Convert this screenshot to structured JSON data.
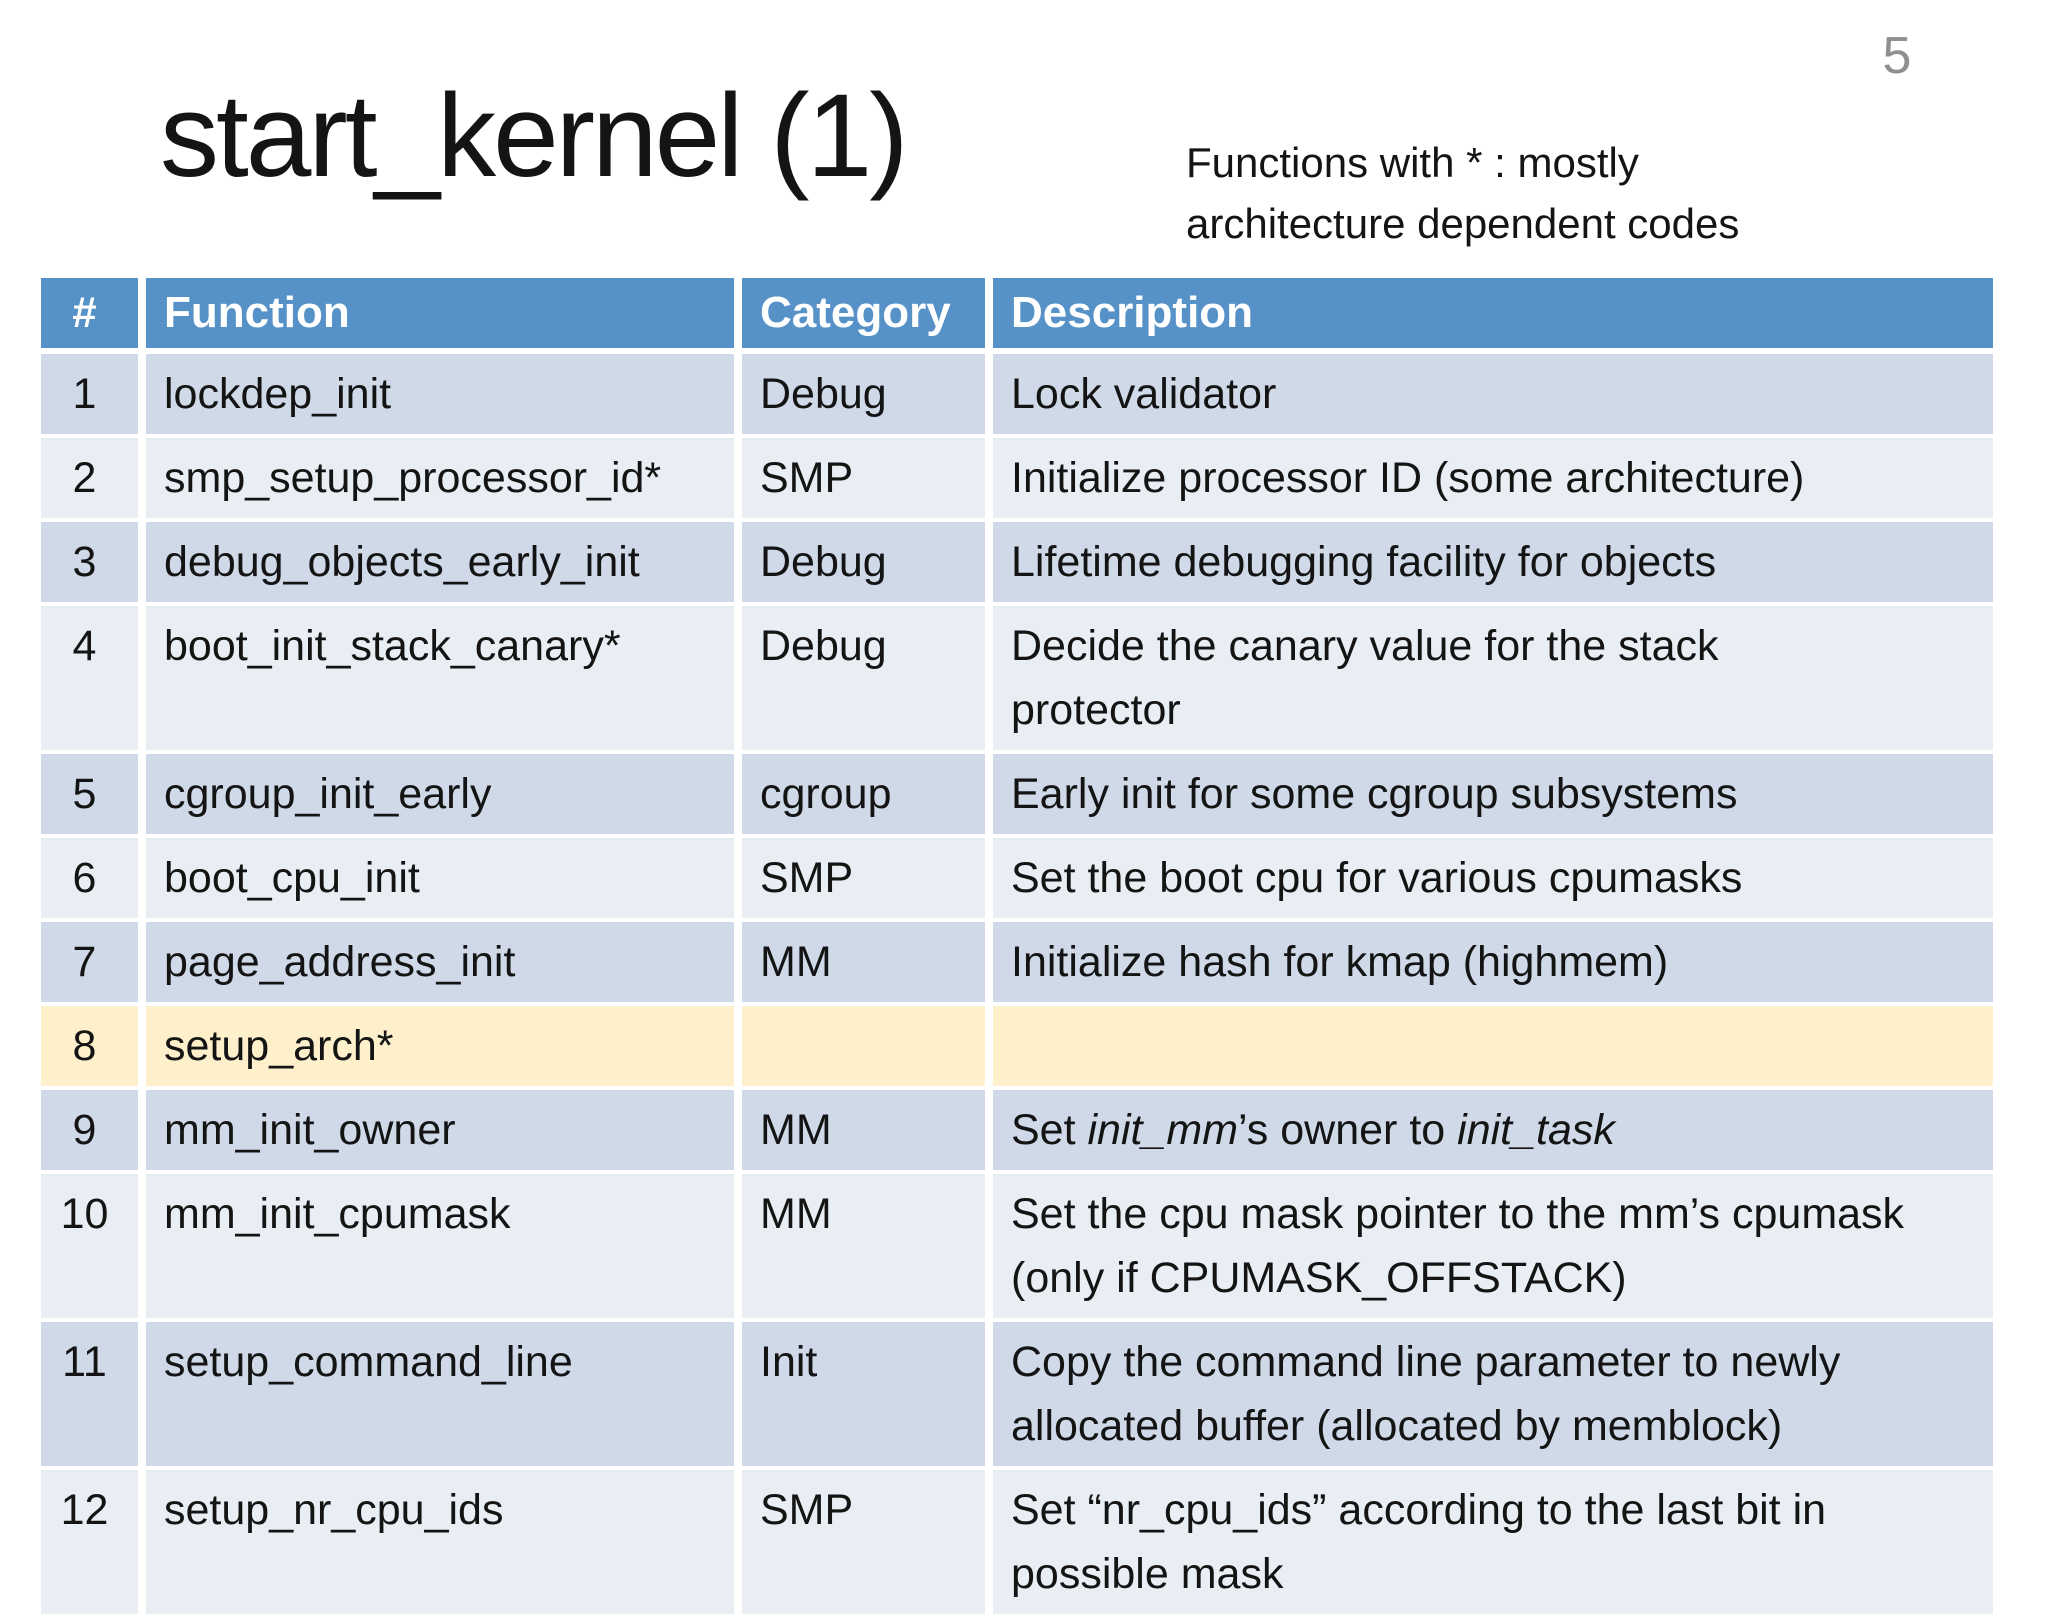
{
  "page": {
    "number": "5"
  },
  "title": "start_kernel (1)",
  "note": {
    "lines": [
      "Functions with * : mostly",
      "architecture dependent codes"
    ]
  },
  "colors": {
    "header_bg": "#5692c8",
    "header_text": "#ffffff",
    "row_odd": "#cfd9e8",
    "row_even": "#e9edf4",
    "row_highlight": "#fdf0cb",
    "page_number": "#8f8f8f",
    "body_text": "#141414"
  },
  "table": {
    "headers": [
      "#",
      "Function",
      "Category",
      "Description"
    ],
    "rows": [
      {
        "num": "1",
        "function": "lockdep_init",
        "category": "Debug",
        "description": [
          {
            "text": "Lock validator"
          }
        ]
      },
      {
        "num": "2",
        "function": "smp_setup_processor_id*",
        "category": "SMP",
        "description": [
          {
            "text": "Initialize processor ID (some architecture)"
          }
        ]
      },
      {
        "num": "3",
        "function": "debug_objects_early_init",
        "category": "Debug",
        "description": [
          {
            "text": "Lifetime debugging facility for objects"
          }
        ]
      },
      {
        "num": "4",
        "function": "boot_init_stack_canary*",
        "category": "Debug",
        "description": [
          {
            "text": "Decide the canary value for the stack"
          },
          {
            "br": true
          },
          {
            "text": "protector"
          }
        ]
      },
      {
        "num": "5",
        "function": "cgroup_init_early",
        "category": "cgroup",
        "description": [
          {
            "text": "Early init for some cgroup subsystems"
          }
        ]
      },
      {
        "num": "6",
        "function": "boot_cpu_init",
        "category": "SMP",
        "description": [
          {
            "text": "Set the boot cpu for various cpumasks"
          }
        ]
      },
      {
        "num": "7",
        "function": "page_address_init",
        "category": "MM",
        "description": [
          {
            "text": "Initialize hash for kmap (highmem)"
          }
        ]
      },
      {
        "num": "8",
        "function": "setup_arch*",
        "category": "",
        "highlight": true,
        "description": []
      },
      {
        "num": "9",
        "function": "mm_init_owner",
        "category": "MM",
        "description": [
          {
            "text": "Set "
          },
          {
            "text": "init_mm",
            "italic": true
          },
          {
            "text": "’s owner to "
          },
          {
            "text": "init_task",
            "italic": true
          }
        ]
      },
      {
        "num": "10",
        "function": "mm_init_cpumask",
        "category": "MM",
        "description": [
          {
            "text": "Set the cpu mask pointer to the mm’s cpumask"
          },
          {
            "br": true
          },
          {
            "text": "(only if CPUMASK_OFFSTACK)"
          }
        ]
      },
      {
        "num": "11",
        "function": "setup_command_line",
        "category": "Init",
        "description": [
          {
            "text": "Copy the command line parameter to newly"
          },
          {
            "br": true
          },
          {
            "text": "allocated buffer (allocated by memblock)"
          }
        ]
      },
      {
        "num": "12",
        "function": "setup_nr_cpu_ids",
        "category": "SMP",
        "description": [
          {
            "text": "Set “nr_cpu_ids” according to the last bit in"
          },
          {
            "br": true
          },
          {
            "text": "possible mask"
          }
        ]
      }
    ]
  }
}
